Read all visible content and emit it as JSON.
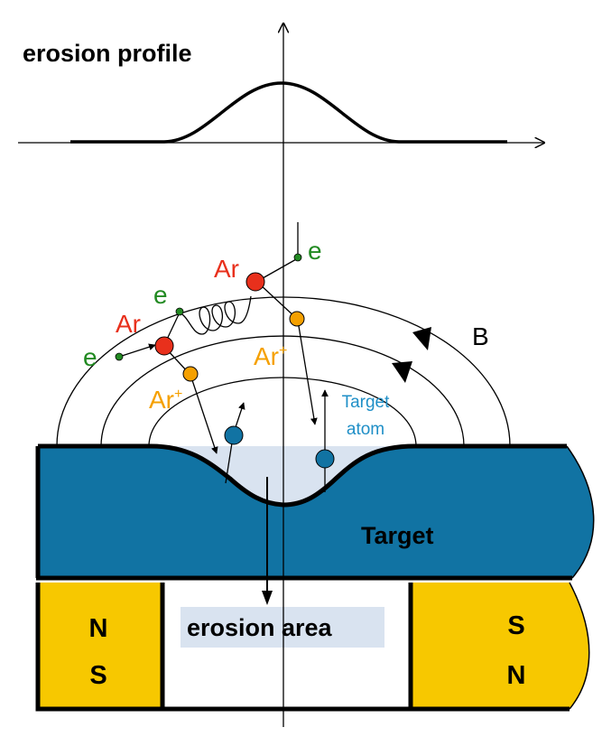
{
  "title": "erosion profile",
  "field_label": "B",
  "target_label": "Target",
  "erosion_area_label": "erosion area",
  "target_atom_label_line1": "Target",
  "target_atom_label_line2": "atom",
  "argon_label": "Ar",
  "argon_ion_label": "Ar",
  "ion_superscript": "+",
  "electron_label": "e",
  "magnet_left": {
    "top": "N",
    "bottom": "S"
  },
  "magnet_right": {
    "top": "S",
    "bottom": "N"
  },
  "colors": {
    "target": "#1173a3",
    "magnet": "#f7c800",
    "argon": "#e8301c",
    "argon_ion": "#f5a000",
    "electron": "#228a22",
    "atom": "#1173a3",
    "erosion_fill": "#d9e3f0",
    "atom_label": "#1f8fc7"
  }
}
